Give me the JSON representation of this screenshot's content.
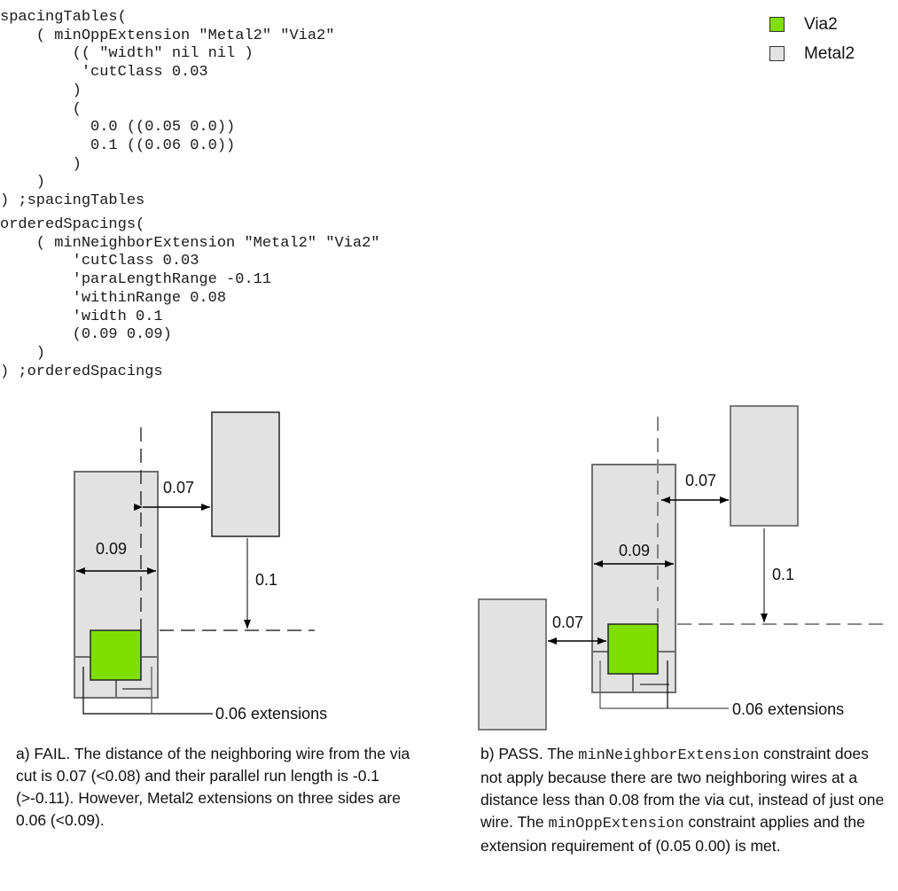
{
  "code_blocks": {
    "spacing_tables": [
      "spacingTables(",
      "    ( minOppExtension \"Metal2\" \"Via2\"",
      "        (( \"width\" nil nil )",
      "         'cutClass 0.03",
      "        )",
      "        (",
      "          0.0 ((0.05 0.0))",
      "          0.1 ((0.06 0.0))",
      "        )",
      "    )",
      ") ;spacingTables"
    ],
    "ordered_spacings": [
      "orderedSpacings(",
      "    ( minNeighborExtension \"Metal2\" \"Via2\"",
      "        'cutClass 0.03",
      "        'paraLengthRange -0.11",
      "        'withinRange 0.08",
      "        'width 0.1",
      "        (0.09 0.09)",
      "    )",
      ") ;orderedSpacings"
    ]
  },
  "legend": [
    {
      "label": "Via2",
      "color": "#7fe000"
    },
    {
      "label": "Metal2",
      "color": "#e2e2e2"
    }
  ],
  "colors": {
    "via": "#7fe000",
    "metal": "#e2e2e2",
    "metal_border": "#6e6e6e",
    "dash": "#555555",
    "arrow": "#000000"
  },
  "diagram_a": {
    "labels": {
      "spacing": "0.07",
      "width": "0.09",
      "para_length": "0.1",
      "extensions": "0.06 extensions"
    }
  },
  "diagram_b": {
    "labels": {
      "spacing_right": "0.07",
      "spacing_left": "0.07",
      "width": "0.09",
      "para_length": "0.1",
      "extensions": "0.06 extensions"
    }
  },
  "captions": {
    "a": {
      "text": "a) FAIL. The distance of the neighboring wire from the via cut is 0.07 (<0.08) and their parallel run length is -0.1 (>-0.11). However, Metal2 extensions on three sides are 0.06 (<0.09)."
    },
    "b": {
      "prefix": "b) PASS. The ",
      "mono1": "minNeighborExtension",
      "middle": " constraint does not apply because there are two neighboring wires at a distance less than 0.08 from the via cut, instead of just one wire. The ",
      "mono2": "minOppExtension",
      "suffix": " constraint applies and the extension requirement of (0.05 0.00) is met."
    }
  }
}
